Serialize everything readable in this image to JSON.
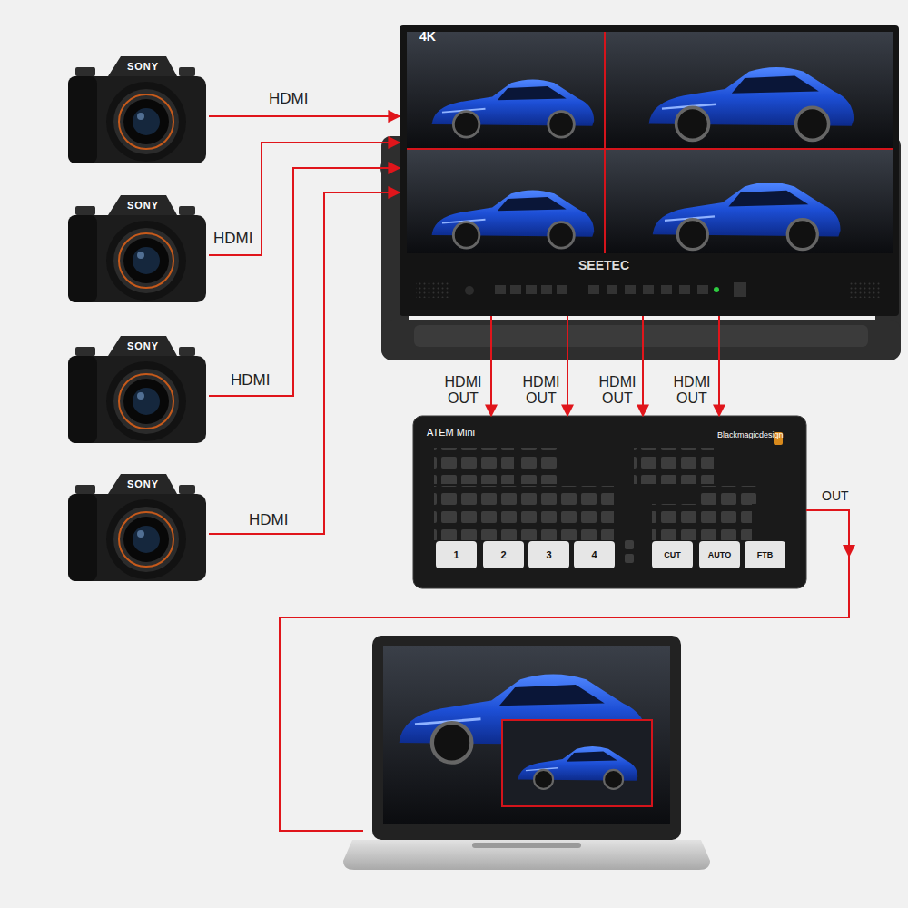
{
  "diagram": {
    "nodes": [
      {
        "text": [
          "SONY"
        ]
      },
      {
        "text": [
          "SONY"
        ]
      },
      {
        "text": [
          "SONY"
        ]
      },
      {
        "text": [
          "SONY"
        ]
      },
      {
        "text": [
          "4K",
          "SEETEC"
        ]
      },
      {
        "text": [
          "ATEM Mini",
          "Blackmagicdesign"
        ]
      },
      {
        "text": [
          "1"
        ],
        "in": 5
      },
      {
        "text": [
          "2"
        ],
        "in": 5
      },
      {
        "text": [
          "3"
        ],
        "in": 5
      },
      {
        "text": [
          "4"
        ],
        "in": 5
      },
      {
        "text": [
          "CUT"
        ],
        "in": 5
      },
      {
        "text": [
          "AUTO"
        ],
        "in": 5
      },
      {
        "text": [
          "FTB"
        ],
        "in": 5
      }
    ],
    "edges": [
      {
        "from": 0,
        "to": 4,
        "label": "HDMI",
        "arrow": "to"
      },
      {
        "from": 1,
        "to": 4,
        "label": "HDMI",
        "arrow": "to"
      },
      {
        "from": 2,
        "to": 4,
        "label": "HDMI",
        "arrow": "to"
      },
      {
        "from": 3,
        "to": 4,
        "label": "HDMI",
        "arrow": "to"
      },
      {
        "from": 4,
        "to": 5,
        "label": "HDMI OUT",
        "arrow": "to"
      },
      {
        "from": 4,
        "to": 5,
        "label": "HDMI OUT",
        "arrow": "to"
      },
      {
        "from": 4,
        "to": 5,
        "label": "HDMI OUT",
        "arrow": "to"
      },
      {
        "from": 4,
        "to": 5,
        "label": "HDMI OUT",
        "arrow": "to"
      }
    ],
    "labels": [
      "OUT"
    ]
  }
}
